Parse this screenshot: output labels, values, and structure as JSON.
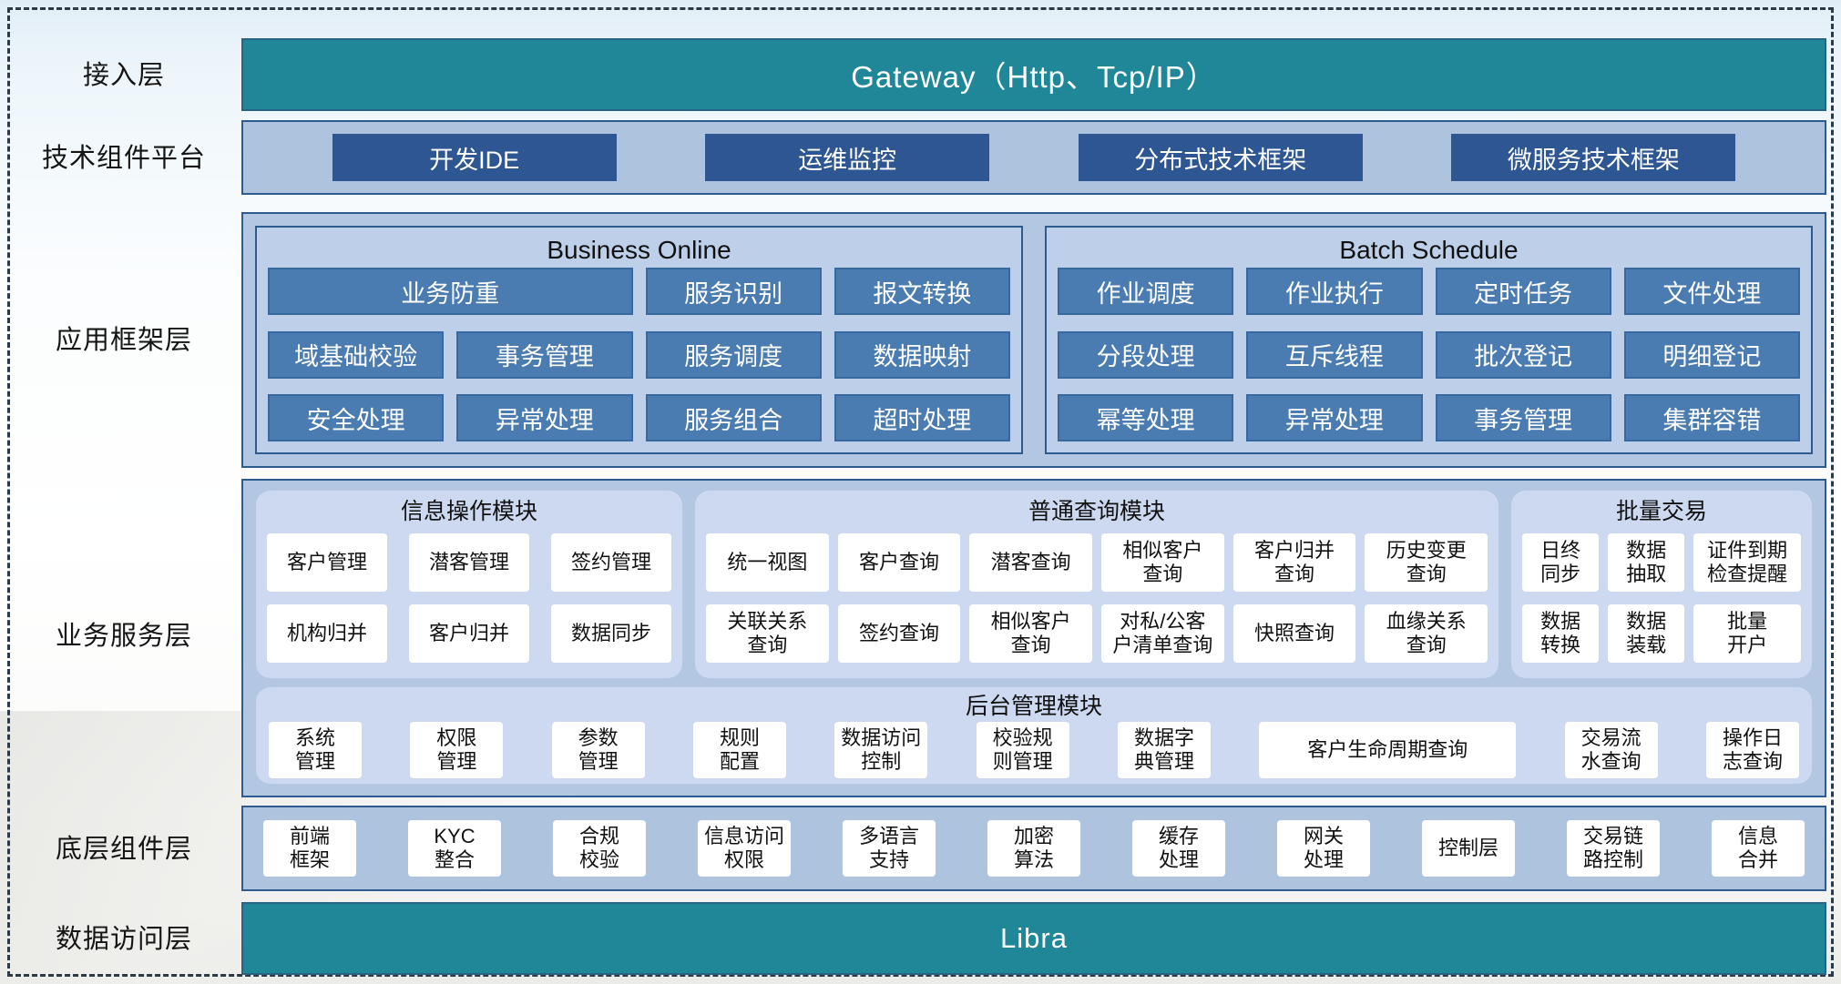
{
  "colors": {
    "teal_bar": "#1f8798",
    "teal_border": "#2a6386",
    "dark_blue_button": "#2e5693",
    "mid_blue_box": "#4a7cb1",
    "light_bar": "#aec4de",
    "panel_blue": "#b4c7e2",
    "sub_panel_blue": "#bed0e9",
    "module_blue": "#cdd9f0",
    "panel_border": "#2e5b8f"
  },
  "layers": {
    "access": {
      "label": "接入层",
      "gateway": "Gateway（Http、Tcp/IP）"
    },
    "tech": {
      "label": "技术组件平台",
      "items": [
        "开发IDE",
        "运维监控",
        "分布式技术框架",
        "微服务技术框架"
      ]
    },
    "app": {
      "label": "应用框架层",
      "online": {
        "title": "Business Online",
        "rows": [
          [
            "业务防重",
            "服务识别",
            "报文转换"
          ],
          [
            "域基础校验",
            "事务管理",
            "服务调度",
            "数据映射"
          ],
          [
            "安全处理",
            "异常处理",
            "服务组合",
            "超时处理"
          ]
        ]
      },
      "batch": {
        "title": "Batch Schedule",
        "rows": [
          [
            "作业调度",
            "作业执行",
            "定时任务",
            "文件处理"
          ],
          [
            "分段处理",
            "互斥线程",
            "批次登记",
            "明细登记"
          ],
          [
            "幂等处理",
            "异常处理",
            "事务管理",
            "集群容错"
          ]
        ]
      }
    },
    "service": {
      "label": "业务服务层",
      "modules": [
        {
          "title": "信息操作模块",
          "rows": [
            [
              "客户管理",
              "潜客管理",
              "签约管理"
            ],
            [
              "机构归并",
              "客户归并",
              "数据同步"
            ]
          ]
        },
        {
          "title": "普通查询模块",
          "rows": [
            [
              "统一视图",
              "客户查询",
              "潜客查询",
              "相似客户\n查询",
              "客户归并\n查询",
              "历史变更\n查询"
            ],
            [
              "关联关系\n查询",
              "签约查询",
              "相似客户\n查询",
              "对私/公客\n户清单查询",
              "快照查询",
              "血缘关系\n查询"
            ]
          ]
        },
        {
          "title": "批量交易",
          "rows": [
            [
              "日终\n同步",
              "数据\n抽取",
              "证件到期\n检查提醒"
            ],
            [
              "数据\n转换",
              "数据\n装载",
              "批量\n开户"
            ]
          ]
        }
      ],
      "admin": {
        "title": "后台管理模块",
        "items": [
          "系统\n管理",
          "权限\n管理",
          "参数\n管理",
          "规则\n配置",
          "数据访问\n控制",
          "校验规\n则管理",
          "数据字\n典管理",
          "客户生命周期查询",
          "交易流\n水查询",
          "操作日\n志查询"
        ]
      }
    },
    "base": {
      "label": "底层组件层",
      "items": [
        "前端\n框架",
        "KYC\n整合",
        "合规\n校验",
        "信息访问\n权限",
        "多语言\n支持",
        "加密\n算法",
        "缓存\n处理",
        "网关\n处理",
        "控制层",
        "交易链\n路控制",
        "信息\n合并"
      ]
    },
    "data_access": {
      "label": "数据访问层",
      "bar": "Libra"
    }
  }
}
